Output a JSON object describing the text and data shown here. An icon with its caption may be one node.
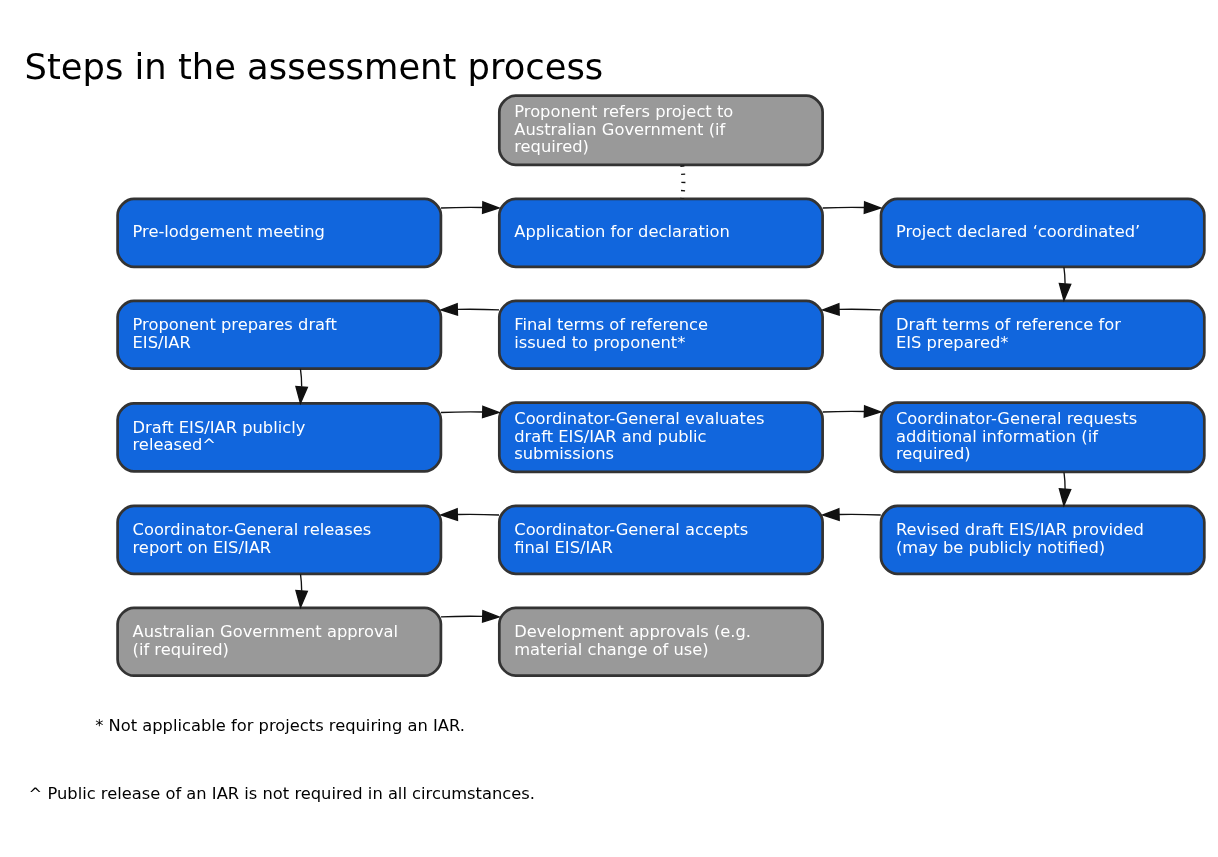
{
  "diagram": {
    "title": "Steps in the assessment process",
    "nodes": [
      {
        "text": [
          "Proponent refers project to Australian Government (if required)"
        ]
      },
      {
        "text": [
          "Pre-lodgement meeting"
        ]
      },
      {
        "text": [
          "Application for declaration"
        ]
      },
      {
        "text": [
          "Project declared ‘coordinated’"
        ]
      },
      {
        "text": [
          "Proponent prepares draft EIS/IAR"
        ]
      },
      {
        "text": [
          "Final terms of reference issued to proponent*"
        ]
      },
      {
        "text": [
          "Draft terms of reference for EIS prepared*"
        ]
      },
      {
        "text": [
          "Draft EIS/IAR publicly released^"
        ]
      },
      {
        "text": [
          "Coordinator-General evaluates draft EIS/IAR and public submissions"
        ]
      },
      {
        "text": [
          "Coordinator-General requests additional information (if required)"
        ]
      },
      {
        "text": [
          "Coordinator-General releases report on EIS/IAR"
        ]
      },
      {
        "text": [
          "Coordinator-General accepts final EIS/IAR"
        ]
      },
      {
        "text": [
          "Revised draft EIS/IAR provided (may be publicly notified)"
        ]
      },
      {
        "text": [
          "Australian Government approval (if required)"
        ]
      },
      {
        "text": [
          "Development approvals (e.g. material change of use)"
        ]
      }
    ],
    "edges": [
      {
        "from": 0,
        "to": 2,
        "arrow": "none",
        "style": "dashed"
      },
      {
        "from": 1,
        "to": 2,
        "arrow": "to"
      },
      {
        "from": 2,
        "to": 3,
        "arrow": "to"
      },
      {
        "from": 3,
        "to": 6,
        "arrow": "to"
      },
      {
        "from": 6,
        "to": 5,
        "arrow": "to"
      },
      {
        "from": 5,
        "to": 4,
        "arrow": "to"
      },
      {
        "from": 4,
        "to": 7,
        "arrow": "to"
      },
      {
        "from": 7,
        "to": 8,
        "arrow": "to"
      },
      {
        "from": 8,
        "to": 9,
        "arrow": "to"
      },
      {
        "from": 9,
        "to": 12,
        "arrow": "to"
      },
      {
        "from": 12,
        "to": 11,
        "arrow": "to"
      },
      {
        "from": 11,
        "to": 10,
        "arrow": "to"
      },
      {
        "from": 10,
        "to": 13,
        "arrow": "to"
      },
      {
        "from": 13,
        "to": 14,
        "arrow": "to"
      }
    ],
    "labels": [
      "* Not applicable for projects requiring an IAR.",
      "^ Public release of an IAR is not required in all circumstances."
    ]
  }
}
